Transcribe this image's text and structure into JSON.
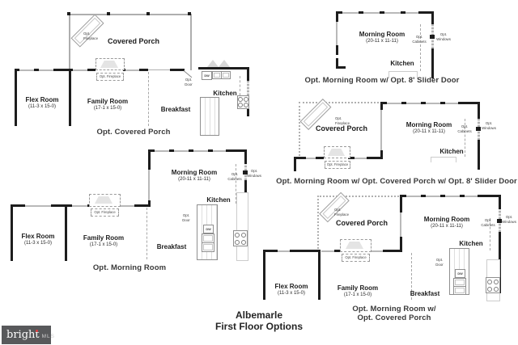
{
  "title": {
    "line1": "Albemarle",
    "line2": "First Floor Options"
  },
  "logo": {
    "brand": "bright",
    "suffix": "MLS"
  },
  "labels": {
    "covered_porch": "Covered Porch",
    "morning_room": "Morning Room",
    "morning_room_dims": "(20-11 x 11-11)",
    "flex_room": "Flex Room",
    "flex_room_dims": "(11-3 x 15-0)",
    "family_room": "Family Room",
    "family_room_dims": "(17-1 x 15-0)",
    "breakfast": "Breakfast",
    "kitchen": "Kitchen",
    "opt_fireplace": "Opt. Fireplace",
    "opt_fireplace_2line": "Opt.\nFireplace",
    "opt_door_2line": "Opt.\nDoor",
    "opt_cabinets_2line": "Opt.\nCabinets",
    "opt_windows_2line": "Opt.\nWindows",
    "dw": "DW"
  },
  "plans": [
    {
      "caption": "Opt. Covered Porch"
    },
    {
      "caption": "Opt. Morning Room w/ Opt. 8' Slider Door"
    },
    {
      "caption": "Opt. Morning Room w/ Opt. Covered Porch w/ Opt. 8' Slider Door"
    },
    {
      "caption": "Opt. Morning Room"
    },
    {
      "caption_line1": "Opt. Morning Room w/",
      "caption_line2": "Opt. Covered Porch"
    }
  ]
}
